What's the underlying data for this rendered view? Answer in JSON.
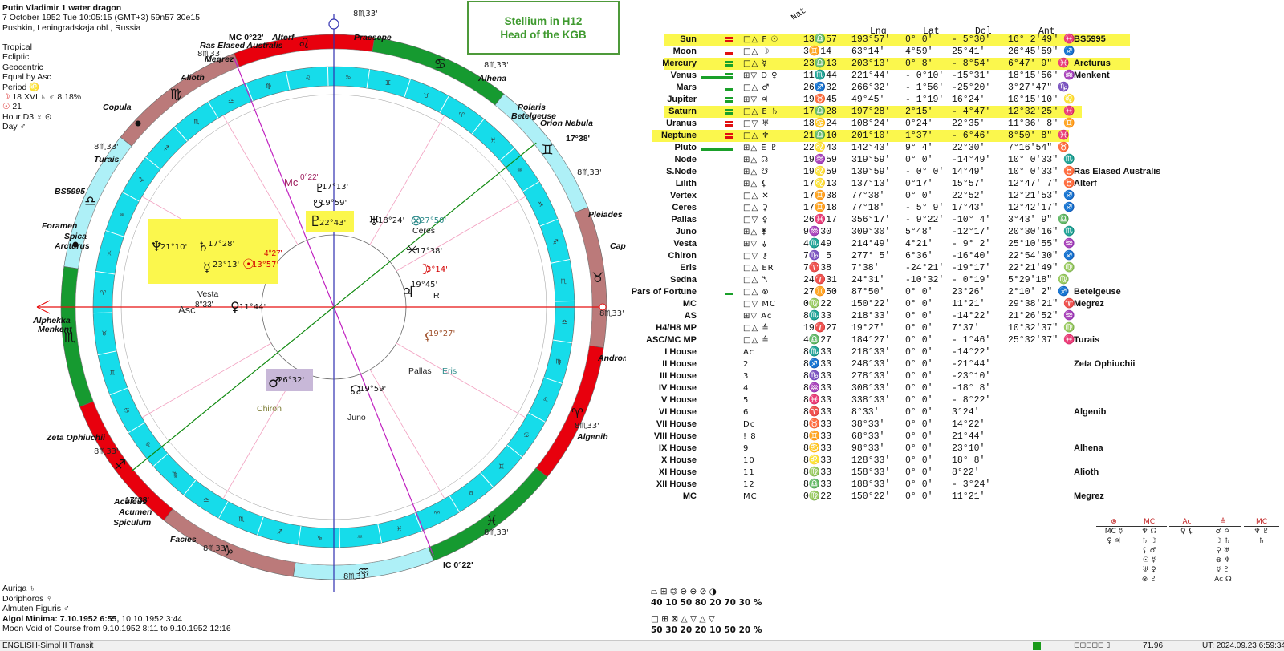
{
  "header": {
    "title": "Putin Vladimir 1 water dragon",
    "datetime": "7 October 1952  Tue  10:05:15 (GMT+3) 59n57  30e15",
    "place": "Pushkin, Leningradskaja obl., Russia"
  },
  "settings": [
    "Tropical",
    "Ecliptic",
    "Geocentric",
    "Equal by Asc",
    "Period ♌"
  ],
  "period": [
    {
      "glyph": "☽",
      "text": "18 XVI ♄ ♂ 8.18%",
      "color": "#d40000"
    },
    {
      "glyph": "☉",
      "text": "21",
      "color": "#d40000"
    },
    {
      "glyph": "",
      "text": "Hour D3 ♀ ⊙",
      "color": "#111"
    },
    {
      "glyph": "",
      "text": "Day ♂",
      "color": "#111"
    }
  ],
  "stellium": {
    "line1": "Stellium in H12",
    "line2": "Head of the KGB"
  },
  "table": {
    "nat_label": "Nat",
    "columns": [
      "Lng",
      "Lat",
      "Dcl",
      "Ant"
    ],
    "rows": [
      {
        "name": "Sun",
        "hl": true,
        "glyphs": "□△ F ☉",
        "zod": "13♎57",
        "lng": "193°57'",
        "lat": "0° 0'",
        "dcl": "- 5°30'",
        "ant": "16° 2'49\" ♓",
        "star": "BS5995",
        "bars": [
          "r",
          "r"
        ]
      },
      {
        "name": "Moon",
        "hl": false,
        "glyphs": "□△  ☽",
        "zod": "3♊14",
        "lng": "63°14'",
        "lat": "4°59'",
        "dcl": "25°41'",
        "ant": "26°45'59\" ♐",
        "star": "",
        "bars": [
          "r"
        ]
      },
      {
        "name": "Mercury",
        "hl": true,
        "glyphs": "□△  ☿",
        "zod": "23♎13",
        "lng": "203°13'",
        "lat": "0° 8'",
        "dcl": "- 8°54'",
        "ant": "6°47' 9\" ♓",
        "star": "Arcturus",
        "bars": [
          "g",
          "g"
        ]
      },
      {
        "name": "Venus",
        "hl": false,
        "glyphs": "⊞▽ D ♀",
        "zod": "11♏44",
        "lng": "221°44'",
        "lat": "- 0°10'",
        "dcl": "-15°31'",
        "ant": "18°15'56\" ♒",
        "star": "Menkent",
        "bars": [
          "G",
          "g"
        ]
      },
      {
        "name": "Mars",
        "hl": false,
        "glyphs": "□△  ♂",
        "zod": "26♐32",
        "lng": "266°32'",
        "lat": "- 1°56'",
        "dcl": "-25°20'",
        "ant": "3°27'47\" ♑",
        "star": "",
        "bars": [
          "g"
        ]
      },
      {
        "name": "Jupiter",
        "hl": false,
        "glyphs": "⊞▽  ♃",
        "zod": "19♉45",
        "lng": "49°45'",
        "lat": "- 1°19'",
        "dcl": "16°24'",
        "ant": "10°15'10\" ♌",
        "star": "",
        "bars": [
          "g",
          "g"
        ]
      },
      {
        "name": "Saturn",
        "hl": true,
        "glyphs": "□△ E ♄",
        "zod": "17♎28",
        "lng": "197°28'",
        "lat": "2°15'",
        "dcl": "- 4°47'",
        "ant": "12°32'25\" ♓",
        "star": "",
        "bars": [
          "g",
          "g"
        ]
      },
      {
        "name": "Uranus",
        "hl": false,
        "glyphs": "□▽  ♅",
        "zod": "18♋24",
        "lng": "108°24'",
        "lat": "0°24'",
        "dcl": "22°35'",
        "ant": "11°36' 8\" ♊",
        "star": "",
        "bars": [
          "r",
          "r"
        ]
      },
      {
        "name": "Neptune",
        "hl": true,
        "glyphs": "□△  ♆",
        "zod": "21♎10",
        "lng": "201°10'",
        "lat": "1°37'",
        "dcl": "- 6°46'",
        "ant": "8°50' 8\" ♓",
        "star": "",
        "bars": [
          "r",
          "r"
        ]
      },
      {
        "name": "Pluto",
        "hl": false,
        "glyphs": "⊞△ E ♇",
        "zod": "22♌43",
        "lng": "142°43'",
        "lat": "9° 4'",
        "dcl": "22°30'",
        "ant": "7°16'54\" ♉",
        "star": "",
        "bars": [
          "G"
        ]
      },
      {
        "name": "Node",
        "hl": false,
        "glyphs": "⊞△  ☊",
        "zod": "19♒59",
        "lng": "319°59'",
        "lat": "0° 0'",
        "dcl": "-14°49'",
        "ant": "10° 0'33\" ♏",
        "star": "",
        "bars": []
      },
      {
        "name": "S.Node",
        "hl": false,
        "glyphs": "⊞△  ☋",
        "zod": "19♌59",
        "lng": "139°59'",
        "lat": "- 0° 0'",
        "dcl": "14°49'",
        "ant": "10° 0'33\" ♉",
        "star": "Ras Elased Australis",
        "bars": []
      },
      {
        "name": "Lilith",
        "hl": false,
        "glyphs": "⊞△  ⚸",
        "zod": "17♌13",
        "lng": "137°13'",
        "lat": "0°17'",
        "dcl": "15°57'",
        "ant": "12°47' 7\" ♉",
        "star": "Alterf",
        "bars": []
      },
      {
        "name": "Vertex",
        "hl": false,
        "glyphs": "□△  ✕",
        "zod": "17♊38",
        "lng": "77°38'",
        "lat": "0° 0'",
        "dcl": "22°52'",
        "ant": "12°21'53\" ♐",
        "star": "",
        "bars": []
      },
      {
        "name": "Ceres",
        "hl": false,
        "glyphs": "□△  ⚳",
        "zod": "17♊18",
        "lng": "77°18'",
        "lat": "- 5° 9'",
        "dcl": "17°43'",
        "ant": "12°42'17\" ♐",
        "star": "",
        "bars": []
      },
      {
        "name": "Pallas",
        "hl": false,
        "glyphs": "□▽  ⚴",
        "zod": "26♓17",
        "lng": "356°17'",
        "lat": "- 9°22'",
        "dcl": "-10° 4'",
        "ant": "3°43' 9\" ♎",
        "star": "",
        "bars": []
      },
      {
        "name": "Juno",
        "hl": false,
        "glyphs": "⊞△  ⚵",
        "zod": "9♒30",
        "lng": "309°30'",
        "lat": "5°48'",
        "dcl": "-12°17'",
        "ant": "20°30'16\" ♏",
        "star": "",
        "bars": []
      },
      {
        "name": "Vesta",
        "hl": false,
        "glyphs": "⊞▽  ⚶",
        "zod": "4♏49",
        "lng": "214°49'",
        "lat": "4°21'",
        "dcl": "- 9° 2'",
        "ant": "25°10'55\" ♒",
        "star": "",
        "bars": []
      },
      {
        "name": "Chiron",
        "hl": false,
        "glyphs": "□▽  ⚷",
        "zod": "7♑ 5",
        "lng": "277° 5'",
        "lat": "6°36'",
        "dcl": "-16°40'",
        "ant": "22°54'30\" ♐",
        "star": "",
        "bars": []
      },
      {
        "name": "Eris",
        "hl": false,
        "glyphs": "□△  ER",
        "zod": "7♈38",
        "lng": "7°38'",
        "lat": "-24°21'",
        "dcl": "-19°17'",
        "ant": "22°21'49\" ♍",
        "star": "",
        "bars": []
      },
      {
        "name": "Sedna",
        "hl": false,
        "glyphs": "□△  ⯲",
        "zod": "24♈31",
        "lng": "24°31'",
        "lat": "-10°32'",
        "dcl": "- 0°19'",
        "ant": "5°29'18\" ♍",
        "star": "",
        "bars": []
      },
      {
        "name": "Pars of Fortune",
        "hl": false,
        "glyphs": "□△  ⊗",
        "zod": "27♊50",
        "lng": "87°50'",
        "lat": "0° 0'",
        "dcl": "23°26'",
        "ant": "2°10' 2\" ♐",
        "star": "Betelgeuse",
        "bars": [
          "g"
        ]
      },
      {
        "name": "MC",
        "hl": false,
        "glyphs": "□▽  MC",
        "zod": "0♍22",
        "lng": "150°22'",
        "lat": "0° 0'",
        "dcl": "11°21'",
        "ant": "29°38'21\" ♈",
        "star": "Megrez",
        "bars": []
      },
      {
        "name": "AS",
        "hl": false,
        "glyphs": "⊞▽  Ac",
        "zod": "8♏33",
        "lng": "218°33'",
        "lat": "0° 0'",
        "dcl": "-14°22'",
        "ant": "21°26'52\" ♒",
        "star": "",
        "bars": []
      },
      {
        "name": "H4/H8 MP",
        "hl": false,
        "glyphs": "□△  ≜",
        "zod": "19♈27",
        "lng": "19°27'",
        "lat": "0° 0'",
        "dcl": "7°37'",
        "ant": "10°32'37\" ♍",
        "star": "",
        "bars": []
      },
      {
        "name": "ASC/MC MP",
        "hl": false,
        "glyphs": "□△  ≜",
        "zod": "4♎27",
        "lng": "184°27'",
        "lat": "0° 0'",
        "dcl": "- 1°46'",
        "ant": "25°32'37\" ♓",
        "star": "Turais",
        "bars": []
      },
      {
        "name": "I House",
        "hl": false,
        "glyphs": "   Ac",
        "zod": "8♏33",
        "lng": "218°33'",
        "lat": "0° 0'",
        "dcl": "-14°22'",
        "ant": "",
        "star": "",
        "bars": []
      },
      {
        "name": "II House",
        "hl": false,
        "glyphs": "   2",
        "zod": "8♐33",
        "lng": "248°33'",
        "lat": "0° 0'",
        "dcl": "-21°44'",
        "ant": "",
        "star": "Zeta Ophiuchii",
        "bars": []
      },
      {
        "name": "III House",
        "hl": false,
        "glyphs": "   3",
        "zod": "8♑33",
        "lng": "278°33'",
        "lat": "0° 0'",
        "dcl": "-23°10'",
        "ant": "",
        "star": "",
        "bars": []
      },
      {
        "name": "IV House",
        "hl": false,
        "glyphs": "   4",
        "zod": "8♒33",
        "lng": "308°33'",
        "lat": "0° 0'",
        "dcl": "-18° 8'",
        "ant": "",
        "star": "",
        "bars": []
      },
      {
        "name": "V House",
        "hl": false,
        "glyphs": "   5",
        "zod": "8♓33",
        "lng": "338°33'",
        "lat": "0° 0'",
        "dcl": "- 8°22'",
        "ant": "",
        "star": "",
        "bars": []
      },
      {
        "name": "VI House",
        "hl": false,
        "glyphs": "   6",
        "zod": "8♈33",
        "lng": "8°33'",
        "lat": "0° 0'",
        "dcl": "3°24'",
        "ant": "",
        "star": "Algenib",
        "bars": []
      },
      {
        "name": "VII House",
        "hl": false,
        "glyphs": "   Dc",
        "zod": "8♉33",
        "lng": "38°33'",
        "lat": "0° 0'",
        "dcl": "14°22'",
        "ant": "",
        "star": "",
        "bars": []
      },
      {
        "name": "VIII House",
        "hl": false,
        "glyphs": " ! 8",
        "zod": "8♊33",
        "lng": "68°33'",
        "lat": "0° 0'",
        "dcl": "21°44'",
        "ant": "",
        "star": "",
        "bars": []
      },
      {
        "name": "IX House",
        "hl": false,
        "glyphs": "   9",
        "zod": "8♋33",
        "lng": "98°33'",
        "lat": "0° 0'",
        "dcl": "23°10'",
        "ant": "",
        "star": "Alhena",
        "bars": []
      },
      {
        "name": "X House",
        "hl": false,
        "glyphs": "   10",
        "zod": "8♌33",
        "lng": "128°33'",
        "lat": "0° 0'",
        "dcl": "18° 8'",
        "ant": "",
        "star": "",
        "bars": []
      },
      {
        "name": "XI House",
        "hl": false,
        "glyphs": "   11",
        "zod": "8♍33",
        "lng": "158°33'",
        "lat": "0° 0'",
        "dcl": "8°22'",
        "ant": "",
        "star": "Alioth",
        "bars": []
      },
      {
        "name": "XII House",
        "hl": false,
        "glyphs": "   12",
        "zod": "8♎33",
        "lng": "188°33'",
        "lat": "0° 0'",
        "dcl": "- 3°24'",
        "ant": "",
        "star": "",
        "bars": []
      },
      {
        "name": "MC",
        "hl": false,
        "glyphs": "   MC",
        "zod": "0♍22",
        "lng": "150°22'",
        "lat": "0° 0'",
        "dcl": "11°21'",
        "ant": "",
        "star": "Megrez",
        "bars": []
      }
    ]
  },
  "wheel": {
    "sign_glyphs": [
      "♈",
      "♉",
      "♊",
      "♋",
      "♌",
      "♍",
      "♎",
      "♏",
      "♐",
      "♑",
      "♒",
      "♓"
    ],
    "cusp_label": "8♏33'",
    "asc_label": "Asc",
    "asc_deg": "8°33'",
    "mc_label": "Mc",
    "mc_deg": "0°22'",
    "mc_top": "MC 0°22'",
    "ic_label": "IC 0°22'",
    "vertex_deg": "17°38'",
    "planets": [
      {
        "glyph": "♇",
        "deg": "17°13'",
        "color": "#111"
      },
      {
        "glyph": "☋",
        "deg": "19°59'",
        "color": "#111"
      },
      {
        "glyph": "♇",
        "deg": "22°43'",
        "color": "#111"
      },
      {
        "glyph": "♅",
        "deg": "18°24'",
        "color": "#111"
      },
      {
        "glyph": "⊗",
        "deg": "27°50'",
        "color": "#2e8b8b"
      },
      {
        "glyph": "✳",
        "deg": "17°38'",
        "color": "#111"
      },
      {
        "glyph": "☽",
        "deg": "3°14'",
        "color": "#d40000"
      },
      {
        "glyph": "♃",
        "deg": "19°45'",
        "color": "#111"
      },
      {
        "glyph": "♆",
        "deg": "21°10'",
        "color": "#111"
      },
      {
        "glyph": "♄",
        "deg": "17°28'",
        "color": "#111"
      },
      {
        "glyph": "☿",
        "deg": "23°13'",
        "color": "#111"
      },
      {
        "glyph": "☉",
        "deg": "13°57'",
        "color": "#d40000"
      },
      {
        "glyph": "♀",
        "deg": "11°44'",
        "color": "#111"
      },
      {
        "glyph": "♂",
        "deg": "26°32'",
        "color": "#111"
      },
      {
        "glyph": "☊",
        "deg": "19°59'",
        "color": "#111"
      },
      {
        "glyph": "⚸",
        "deg": "19°27'",
        "color": "#a0522d"
      }
    ],
    "small_labels": [
      "Ceres",
      "Vesta",
      "Pallas",
      "Eris",
      "Chiron",
      "Juno",
      "4°27'",
      "R"
    ],
    "stars": [
      "Ras Elased Australis",
      "Alterf",
      "Praesepe",
      "Megrez",
      "Alioth",
      "Alhena",
      "Polaris",
      "Betelgeuse",
      "Orion Nebula",
      "Copula",
      "Turais",
      "BS5995",
      "Foramen",
      "Spica",
      "Arcturus",
      "Alphekka",
      "Menkent",
      "Pleiades",
      "Capulus",
      "Andromeda Nebula",
      "Zeta Ophiuchii",
      "Algenib",
      "Aculeus",
      "Acumen",
      "Spiculum",
      "Facies"
    ],
    "sign_colors": [
      "#e8000d",
      "#bb7a7a",
      "#aef0f7",
      "#169a30",
      "#e8000d",
      "#bb7a7a",
      "#aef0f7",
      "#169a30",
      "#e8000d",
      "#bb7a7a",
      "#aef0f7",
      "#169a30"
    ]
  },
  "bottom_info": {
    "lines": [
      "Auriga ♄",
      "Doriphoros ♀",
      "Almuten Figuris ♂"
    ],
    "algol_label": "Algol Minima: 7.10.1952  6:55,",
    "algol_rest": "10.10.1952  3:44",
    "moon_void": "Moon Void of Course from 9.10.1952  8:11 to 9.10.1952 12:16"
  },
  "legend": {
    "row1_syms": "⏢ ⊞ ⏣   ⊖ ⊖ ⊘ ◑",
    "row1_vals": "40  10  50    80  20  70  30 %",
    "row2_syms": "□ ⊞ ⊠   △ ▽ △ ▽",
    "row2_vals": "50  30  20    20  10  50  20 %"
  },
  "status": {
    "left": "ENGLISH-Simpl II Transit",
    "mid": "71.96",
    "right": "UT: 2024.09.23  6:59:34"
  },
  "mini_diagrams": [
    {
      "head": "⊗",
      "items": [
        "MC ☿",
        "♀ ♃"
      ]
    },
    {
      "head": "MC",
      "items": [
        "♆ ☊",
        "♄ ☽",
        "⚸ ♂",
        "☉ ☿",
        "♅ ♀",
        "⊗ ♇"
      ]
    },
    {
      "head": "Ac",
      "items": [
        "♀ ⚸"
      ]
    },
    {
      "head": "≜",
      "items": [
        "♂ ♃",
        "☽ ♄",
        "♀ ♅",
        "⊗ ♆",
        "☿ ♇",
        "Ac ☊"
      ]
    },
    {
      "head": "MC",
      "items": [
        "♆ ♇",
        "♄"
      ]
    }
  ]
}
